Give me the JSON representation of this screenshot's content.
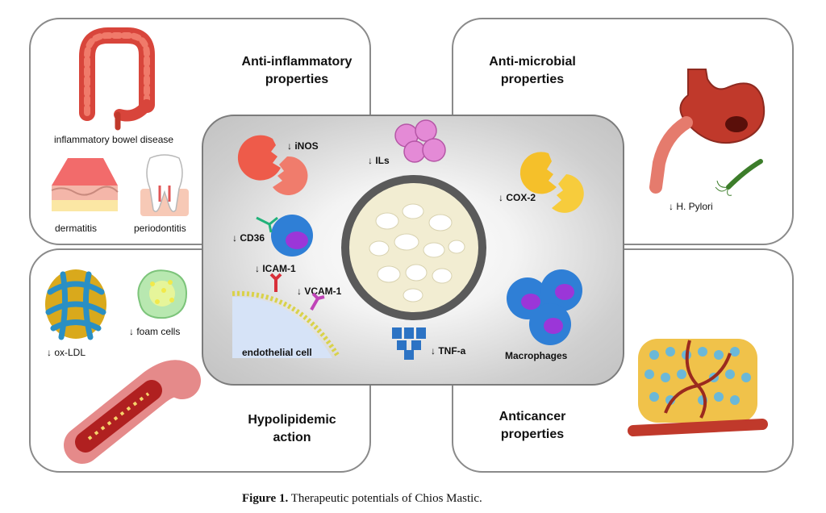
{
  "quadrants": {
    "top_left": {
      "title": "Anti-inflammatory\nproperties",
      "labels": {
        "ibd": "inflammatory bowel disease",
        "dermatitis": "dermatitis",
        "periodontitis": "periodontitis"
      }
    },
    "top_right": {
      "title": "Anti-microbial\nproperties",
      "labels": {
        "pylori": "↓ H. Pylori"
      }
    },
    "bottom_left": {
      "title": "Hypolipidemic\naction",
      "labels": {
        "oxldl": "↓ ox-LDL",
        "foam": "↓ foam cells"
      }
    },
    "bottom_right": {
      "title": "Anticancer\nproperties"
    }
  },
  "center": {
    "labels": {
      "inos": "↓ iNOS",
      "ils": "↓ ILs",
      "cox2": "↓ COX-2",
      "cd36": "↓ CD36",
      "icam": "↓ ICAM-1",
      "vcam": "↓ VCAM-1",
      "endothelial": "endothelial cell",
      "tnf": "↓ TNF-a",
      "macrophages": "Macrophages"
    }
  },
  "caption": {
    "label": "Figure 1.",
    "text": "Therapeutic potentials of Chios Mastic."
  },
  "colors": {
    "border": "#8a8a8a",
    "center_bg": "#c9c9c9"
  }
}
